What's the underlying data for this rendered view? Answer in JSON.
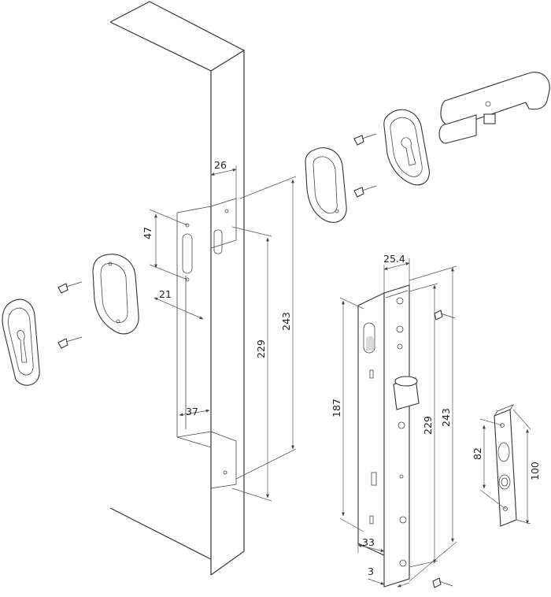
{
  "dimensions": {
    "d26": "26",
    "d47": "47",
    "d21": "21",
    "d229_door": "229",
    "d243_door": "243",
    "d37": "37",
    "d25_4": "25.4",
    "d187": "187",
    "d229_lock": "229",
    "d243_lock": "243",
    "d33": "33",
    "d3": "3",
    "d82": "82",
    "d100": "100"
  }
}
